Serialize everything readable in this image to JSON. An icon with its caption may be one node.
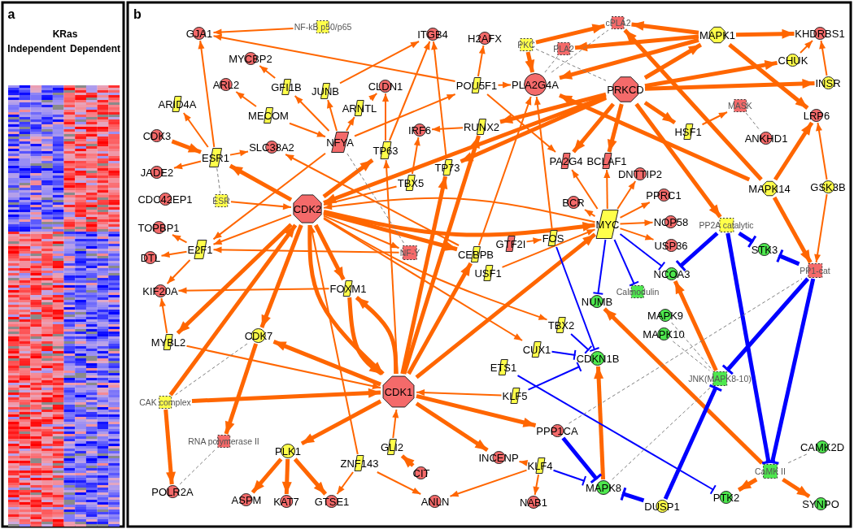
{
  "diagram": {
    "nodes": [
      {
        "text": [
          "GJA1"
        ]
      },
      {
        "text": [
          "NF-kB p50/p65"
        ]
      },
      {
        "text": [
          "ITGB4"
        ]
      },
      {
        "text": [
          "H2AFX"
        ]
      },
      {
        "text": [
          "MYCBP2"
        ]
      },
      {
        "text": [
          "ARL2"
        ]
      },
      {
        "text": [
          "GFI1B"
        ]
      },
      {
        "text": [
          "JUNB"
        ]
      },
      {
        "text": [
          "CLDN1"
        ]
      },
      {
        "text": [
          "ARID4A"
        ]
      },
      {
        "text": [
          "MECOM"
        ]
      },
      {
        "text": [
          "ARNTL"
        ]
      },
      {
        "text": [
          "POU5F1"
        ]
      },
      {
        "text": [
          "CDK3"
        ]
      },
      {
        "text": [
          "ESR1"
        ]
      },
      {
        "text": [
          "SLC38A2"
        ]
      },
      {
        "text": [
          "NFYA"
        ]
      },
      {
        "text": [
          "IRF6"
        ]
      },
      {
        "text": [
          "RUNX2"
        ]
      },
      {
        "text": [
          "TP63"
        ]
      },
      {
        "text": [
          "TBX5"
        ]
      },
      {
        "text": [
          "TP73"
        ]
      },
      {
        "text": [
          "JADE2"
        ]
      },
      {
        "text": [
          "CDC42EP1"
        ]
      },
      {
        "text": [
          "ESR"
        ]
      },
      {
        "text": [
          "CDK2"
        ]
      },
      {
        "text": [
          "TOPBP1"
        ]
      },
      {
        "text": [
          "E2F1"
        ]
      },
      {
        "text": [
          "NF-Y"
        ]
      },
      {
        "text": [
          "CEBPB"
        ]
      },
      {
        "text": [
          "DTL"
        ]
      },
      {
        "text": [
          "PKC"
        ]
      },
      {
        "text": [
          "cPLA2"
        ]
      },
      {
        "text": [
          "PLA2"
        ]
      },
      {
        "text": [
          "MAPK1"
        ]
      },
      {
        "text": [
          "KHDRBS1"
        ]
      },
      {
        "text": [
          "CHUK"
        ]
      },
      {
        "text": [
          "INSR"
        ]
      },
      {
        "text": [
          "PLA2G4A"
        ]
      },
      {
        "text": [
          "PRKCD"
        ]
      },
      {
        "text": [
          "HSF1"
        ]
      },
      {
        "text": [
          "MASK"
        ]
      },
      {
        "text": [
          "ANKHD1"
        ]
      },
      {
        "text": [
          "LRP6"
        ]
      },
      {
        "text": [
          "PA2G4"
        ]
      },
      {
        "text": [
          "BCLAF1"
        ]
      },
      {
        "text": [
          "DNTTIP2"
        ]
      },
      {
        "text": [
          "PPRC1"
        ]
      },
      {
        "text": [
          "MAPK14"
        ]
      },
      {
        "text": [
          "GSK3B"
        ]
      },
      {
        "text": [
          "BCR"
        ]
      },
      {
        "text": [
          "MYC"
        ]
      },
      {
        "text": [
          "NOP58"
        ]
      },
      {
        "text": [
          "USP36"
        ]
      },
      {
        "text": [
          "FOS"
        ]
      },
      {
        "text": [
          "GTF2I"
        ]
      },
      {
        "text": [
          "USF1"
        ]
      },
      {
        "text": [
          "PP2A catalytic"
        ]
      },
      {
        "text": [
          "STK3"
        ]
      },
      {
        "text": [
          "PP1-cat"
        ]
      },
      {
        "text": [
          "NCOA3"
        ]
      },
      {
        "text": [
          "Calmodulin"
        ]
      },
      {
        "text": [
          "NUMB"
        ]
      },
      {
        "text": [
          "FOXM1"
        ]
      },
      {
        "text": [
          "KIF20A"
        ]
      },
      {
        "text": [
          "CDK7"
        ]
      },
      {
        "text": [
          "MYBL2"
        ]
      },
      {
        "text": [
          "MAPK9"
        ]
      },
      {
        "text": [
          "MAPK10"
        ]
      },
      {
        "text": [
          "TBX2"
        ]
      },
      {
        "text": [
          "CUX1"
        ]
      },
      {
        "text": [
          "CDKN1B"
        ]
      },
      {
        "text": [
          "ETS1"
        ]
      },
      {
        "text": [
          "JNK(MAPK8-10)"
        ]
      },
      {
        "text": [
          "CAK complex"
        ]
      },
      {
        "text": [
          "CDK1"
        ]
      },
      {
        "text": [
          "KLF5"
        ]
      },
      {
        "text": [
          "RNA polymerase II"
        ]
      },
      {
        "text": [
          "PPP1CA"
        ]
      },
      {
        "text": [
          "PLK1"
        ]
      },
      {
        "text": [
          "GLI2"
        ]
      },
      {
        "text": [
          "ZNF143"
        ]
      },
      {
        "text": [
          "INCENP"
        ]
      },
      {
        "text": [
          "KLF4"
        ]
      },
      {
        "text": [
          "CIT"
        ]
      },
      {
        "text": [
          "CAMK2D"
        ]
      },
      {
        "text": [
          "CaMK II"
        ]
      },
      {
        "text": [
          "MAPK8"
        ]
      },
      {
        "text": [
          "POLR2A"
        ]
      },
      {
        "text": [
          "ASPM"
        ]
      },
      {
        "text": [
          "KAT7"
        ]
      },
      {
        "text": [
          "GTSE1"
        ]
      },
      {
        "text": [
          "ANLN"
        ]
      },
      {
        "text": [
          "NAB1"
        ]
      },
      {
        "text": [
          "DUSP1"
        ]
      },
      {
        "text": [
          "PTK2"
        ]
      },
      {
        "text": [
          "SYNPO"
        ]
      }
    ],
    "edges": [
      {
        "from": 1,
        "to": 0,
        "arrow": "to"
      },
      {
        "from": 12,
        "to": 0,
        "arrow": "to"
      },
      {
        "from": 14,
        "to": 0,
        "arrow": "to"
      },
      {
        "from": 12,
        "to": 3,
        "arrow": "to"
      },
      {
        "from": 7,
        "to": 2,
        "arrow": "to"
      },
      {
        "from": 19,
        "to": 2,
        "arrow": "to"
      },
      {
        "from": 21,
        "to": 2,
        "arrow": "to"
      },
      {
        "from": 6,
        "to": 4,
        "arrow": "to"
      },
      {
        "from": 10,
        "to": 5,
        "arrow": "to"
      },
      {
        "from": 16,
        "to": 6,
        "arrow": "to"
      },
      {
        "from": 16,
        "to": 7,
        "arrow": "to"
      },
      {
        "from": 16,
        "to": 11,
        "arrow": "to"
      },
      {
        "from": 10,
        "to": 16,
        "arrow": "to"
      },
      {
        "from": 11,
        "to": 8,
        "arrow": "to"
      },
      {
        "from": 19,
        "to": 8,
        "arrow": "to"
      },
      {
        "from": 16,
        "to": 12,
        "arrow": "to"
      },
      {
        "from": 14,
        "to": 9,
        "arrow": "to"
      },
      {
        "from": 13,
        "to": 14,
        "arrow": "to",
        "style": "thick"
      },
      {
        "from": 14,
        "to": 15,
        "arrow": "to"
      },
      {
        "from": 14,
        "to": 22,
        "arrow": "to"
      },
      {
        "from": 25,
        "to": 14,
        "arrow": "to",
        "style": "thick"
      },
      {
        "from": 25,
        "to": 19,
        "arrow": "to",
        "style": "thick"
      },
      {
        "from": 16,
        "to": 27,
        "arrow": "to"
      },
      {
        "from": 24,
        "to": 25,
        "arrow": "to"
      },
      {
        "from": 20,
        "to": 17,
        "arrow": "to"
      },
      {
        "from": 18,
        "to": 17,
        "arrow": "to"
      },
      {
        "from": 20,
        "to": 25,
        "arrow": "to"
      },
      {
        "from": 27,
        "to": 26,
        "arrow": "to"
      },
      {
        "from": 27,
        "to": 30,
        "arrow": "to"
      },
      {
        "from": 27,
        "to": 64,
        "arrow": "to"
      },
      {
        "from": 25,
        "to": 27,
        "arrow": "to"
      },
      {
        "from": 28,
        "to": 27,
        "arrow": "to"
      },
      {
        "from": 25,
        "to": 29,
        "arrow": "to",
        "style": "thick"
      },
      {
        "from": 25,
        "to": 51,
        "arrow": "to",
        "style": "thick"
      },
      {
        "from": 51,
        "to": 25,
        "arrow": "to"
      },
      {
        "from": 25,
        "to": 28,
        "arrow": "to"
      },
      {
        "from": 25,
        "to": 63,
        "arrow": "to",
        "style": "thick"
      },
      {
        "from": 25,
        "to": 65,
        "arrow": "to",
        "style": "thick"
      },
      {
        "from": 25,
        "to": 66,
        "arrow": "to",
        "style": "thick"
      },
      {
        "from": 74,
        "to": 25,
        "arrow": "to",
        "style": "thick"
      },
      {
        "from": 25,
        "to": 75,
        "arrow": "to",
        "style": "thick"
      },
      {
        "from": 39,
        "to": 25,
        "arrow": "to",
        "style": "thick"
      },
      {
        "from": 39,
        "to": 21,
        "arrow": "to",
        "style": "thick"
      },
      {
        "from": 39,
        "to": 18,
        "arrow": "to",
        "style": "thick"
      },
      {
        "from": 75,
        "to": 21,
        "arrow": "to",
        "style": "thick"
      },
      {
        "from": 75,
        "to": 18,
        "arrow": "to",
        "style": "thick"
      },
      {
        "from": 12,
        "to": 44,
        "arrow": "to"
      },
      {
        "from": 12,
        "to": 38,
        "arrow": "to"
      },
      {
        "from": 29,
        "to": 38,
        "arrow": "to"
      },
      {
        "from": 54,
        "to": 38,
        "arrow": "to"
      },
      {
        "from": 31,
        "to": 38,
        "arrow": "to",
        "style": "thick"
      },
      {
        "from": 31,
        "to": 32,
        "arrow": "to",
        "style": "thick"
      },
      {
        "from": 34,
        "to": 32,
        "arrow": "to",
        "style": "thick"
      },
      {
        "from": 34,
        "to": 33,
        "arrow": "to",
        "style": "thick"
      },
      {
        "from": 34,
        "to": 38,
        "arrow": "to",
        "style": "thick"
      },
      {
        "from": 39,
        "to": 34,
        "arrow": "to",
        "style": "thick"
      },
      {
        "from": 34,
        "to": 35,
        "arrow": "to",
        "style": "thick"
      },
      {
        "from": 34,
        "to": 43,
        "arrow": "to",
        "style": "thick"
      },
      {
        "from": 48,
        "to": 32,
        "arrow": "to",
        "style": "thick"
      },
      {
        "from": 48,
        "to": 38,
        "arrow": "to",
        "style": "thick"
      },
      {
        "from": 48,
        "to": 43,
        "arrow": "to",
        "style": "thick"
      },
      {
        "from": 48,
        "to": 59,
        "arrow": "to",
        "style": "thick"
      },
      {
        "from": 49,
        "to": 43,
        "arrow": "to"
      },
      {
        "from": 49,
        "to": 59,
        "arrow": "to"
      },
      {
        "from": 36,
        "to": 35,
        "arrow": "to"
      },
      {
        "from": 37,
        "to": 35,
        "arrow": "to"
      },
      {
        "from": 39,
        "to": 36,
        "arrow": "to",
        "style": "thick"
      },
      {
        "from": 39,
        "to": 37,
        "arrow": "to",
        "style": "thick"
      },
      {
        "from": 39,
        "to": 40,
        "arrow": "to",
        "style": "thick"
      },
      {
        "from": 39,
        "to": 44,
        "arrow": "to",
        "style": "thick"
      },
      {
        "from": 39,
        "to": 45,
        "arrow": "to",
        "style": "thick"
      },
      {
        "from": 39,
        "to": 57,
        "arrow": "to",
        "style": "thick"
      },
      {
        "from": 40,
        "to": 41,
        "arrow": "to"
      },
      {
        "from": 51,
        "to": 50,
        "arrow": "to"
      },
      {
        "from": 51,
        "to": 45,
        "arrow": "to"
      },
      {
        "from": 51,
        "to": 44,
        "arrow": "to"
      },
      {
        "from": 51,
        "to": 46,
        "arrow": "to"
      },
      {
        "from": 51,
        "to": 47,
        "arrow": "to"
      },
      {
        "from": 51,
        "to": 52,
        "arrow": "to"
      },
      {
        "from": 51,
        "to": 53,
        "arrow": "to"
      },
      {
        "from": 55,
        "to": 54,
        "arrow": "to"
      },
      {
        "from": 75,
        "to": 51,
        "arrow": "to",
        "style": "thick"
      },
      {
        "from": 56,
        "to": 51,
        "arrow": "to"
      },
      {
        "from": 63,
        "to": 75,
        "arrow": "to",
        "style": "thick"
      },
      {
        "from": 75,
        "to": 63,
        "arrow": "to",
        "style": "thick"
      },
      {
        "from": 75,
        "to": 65,
        "arrow": "to",
        "style": "thick"
      },
      {
        "from": 66,
        "to": 75,
        "arrow": "to"
      },
      {
        "from": 74,
        "to": 75,
        "arrow": "to",
        "style": "thick"
      },
      {
        "from": 75,
        "to": 79,
        "arrow": "to",
        "style": "thick"
      },
      {
        "from": 80,
        "to": 75,
        "arrow": "to"
      },
      {
        "from": 84,
        "to": 80,
        "arrow": "to",
        "style": "thick"
      },
      {
        "from": 75,
        "to": 82,
        "arrow": "to",
        "style": "thick"
      },
      {
        "from": 75,
        "to": 78,
        "arrow": "to",
        "style": "thick"
      },
      {
        "from": 76,
        "to": 75,
        "arrow": "to"
      },
      {
        "from": 81,
        "to": 91,
        "arrow": "to"
      },
      {
        "from": 81,
        "to": 92,
        "arrow": "to"
      },
      {
        "from": 81,
        "to": 25,
        "arrow": "to"
      },
      {
        "from": 79,
        "to": 89,
        "arrow": "to",
        "style": "thick"
      },
      {
        "from": 79,
        "to": 90,
        "arrow": "to",
        "style": "thick"
      },
      {
        "from": 79,
        "to": 91,
        "arrow": "to",
        "style": "thick"
      },
      {
        "from": 65,
        "to": 77,
        "arrow": "to",
        "style": "thick"
      },
      {
        "from": 74,
        "to": 88,
        "arrow": "to",
        "style": "thick"
      },
      {
        "from": 66,
        "to": 64,
        "arrow": "to"
      },
      {
        "from": 63,
        "to": 64,
        "arrow": "to"
      },
      {
        "from": 29,
        "to": 15,
        "arrow": "to"
      },
      {
        "from": 83,
        "to": 82,
        "arrow": "to"
      },
      {
        "from": 83,
        "to": 93,
        "arrow": "to"
      },
      {
        "from": 83,
        "to": 92,
        "arrow": "to"
      },
      {
        "from": 87,
        "to": 71,
        "arrow": "to",
        "style": "thick"
      },
      {
        "from": 86,
        "to": 62,
        "arrow": "to",
        "style": "thick"
      },
      {
        "from": 86,
        "to": 95,
        "arrow": "to",
        "style": "thick"
      },
      {
        "from": 86,
        "to": 96,
        "arrow": "to",
        "style": "thick"
      },
      {
        "from": 73,
        "to": 60,
        "arrow": "to",
        "style": "thick"
      },
      {
        "from": 25,
        "to": 69,
        "arrow": "to"
      },
      {
        "from": 25,
        "to": 70,
        "arrow": "to"
      },
      {
        "from": 75,
        "to": 19,
        "arrow": "to"
      },
      {
        "from": 75,
        "to": 29,
        "arrow": "to",
        "style": "thick"
      },
      {
        "from": 54,
        "to": 71,
        "arrow": "other",
        "color": "#0000ff"
      },
      {
        "from": 51,
        "to": 62,
        "arrow": "other",
        "color": "#0000ff"
      },
      {
        "from": 51,
        "to": 61,
        "arrow": "other",
        "color": "#0000ff"
      },
      {
        "from": 51,
        "to": 60,
        "arrow": "other",
        "color": "#0000ff"
      },
      {
        "from": 57,
        "to": 60,
        "arrow": "other",
        "style": "thick",
        "color": "#0000ff"
      },
      {
        "from": 57,
        "to": 58,
        "arrow": "other",
        "style": "thick",
        "color": "#0000ff"
      },
      {
        "from": 59,
        "to": 58,
        "arrow": "other",
        "style": "thick",
        "color": "#0000ff"
      },
      {
        "from": 57,
        "to": 86,
        "arrow": "other",
        "style": "thick",
        "color": "#0000ff"
      },
      {
        "from": 59,
        "to": 86,
        "arrow": "other",
        "style": "thick",
        "color": "#0000ff"
      },
      {
        "from": 59,
        "to": 73,
        "arrow": "other",
        "style": "thick",
        "color": "#0000ff"
      },
      {
        "from": 69,
        "to": 71,
        "arrow": "other",
        "color": "#0000ff"
      },
      {
        "from": 70,
        "to": 71,
        "arrow": "other",
        "color": "#0000ff"
      },
      {
        "from": 76,
        "to": 71,
        "arrow": "other",
        "color": "#0000ff"
      },
      {
        "from": 72,
        "to": 95,
        "arrow": "other",
        "color": "#0000ff"
      },
      {
        "from": 83,
        "to": 87,
        "arrow": "other",
        "color": "#0000ff"
      },
      {
        "from": 78,
        "to": 87,
        "arrow": "other",
        "style": "thick",
        "color": "#0000ff"
      },
      {
        "from": 94,
        "to": 87,
        "arrow": "other",
        "style": "thick",
        "color": "#0000ff"
      },
      {
        "from": 94,
        "to": 73,
        "arrow": "other",
        "style": "thick",
        "color": "#0000ff"
      },
      {
        "from": 16,
        "to": 28,
        "arrow": "none",
        "style": "dashed",
        "color": "#808080"
      },
      {
        "from": 14,
        "to": 24,
        "arrow": "none",
        "style": "dashed",
        "color": "#808080"
      },
      {
        "from": 31,
        "to": 39,
        "arrow": "none",
        "style": "dashed",
        "color": "#808080"
      },
      {
        "from": 38,
        "to": 32,
        "arrow": "none",
        "style": "dashed",
        "color": "#808080"
      },
      {
        "from": 38,
        "to": 33,
        "arrow": "none",
        "style": "dashed",
        "color": "#808080"
      },
      {
        "from": 41,
        "to": 42,
        "arrow": "none",
        "style": "dashed",
        "color": "#808080"
      },
      {
        "from": 65,
        "to": 74,
        "arrow": "none",
        "style": "dashed",
        "color": "#808080"
      },
      {
        "from": 88,
        "to": 77,
        "arrow": "none",
        "style": "dashed",
        "color": "#808080"
      },
      {
        "from": 67,
        "to": 73,
        "arrow": "none",
        "style": "dashed",
        "color": "#808080"
      },
      {
        "from": 68,
        "to": 73,
        "arrow": "none",
        "style": "dashed",
        "color": "#808080"
      },
      {
        "from": 78,
        "to": 59,
        "arrow": "none",
        "style": "dashed",
        "color": "#808080"
      },
      {
        "from": 87,
        "to": 73,
        "arrow": "none",
        "style": "dashed",
        "color": "#808080"
      },
      {
        "from": 85,
        "to": 86,
        "arrow": "none",
        "style": "dashed",
        "color": "#808080"
      }
    ],
    "labels": [
      "a",
      "KRas",
      "Independent",
      "Dependent",
      "b"
    ]
  }
}
